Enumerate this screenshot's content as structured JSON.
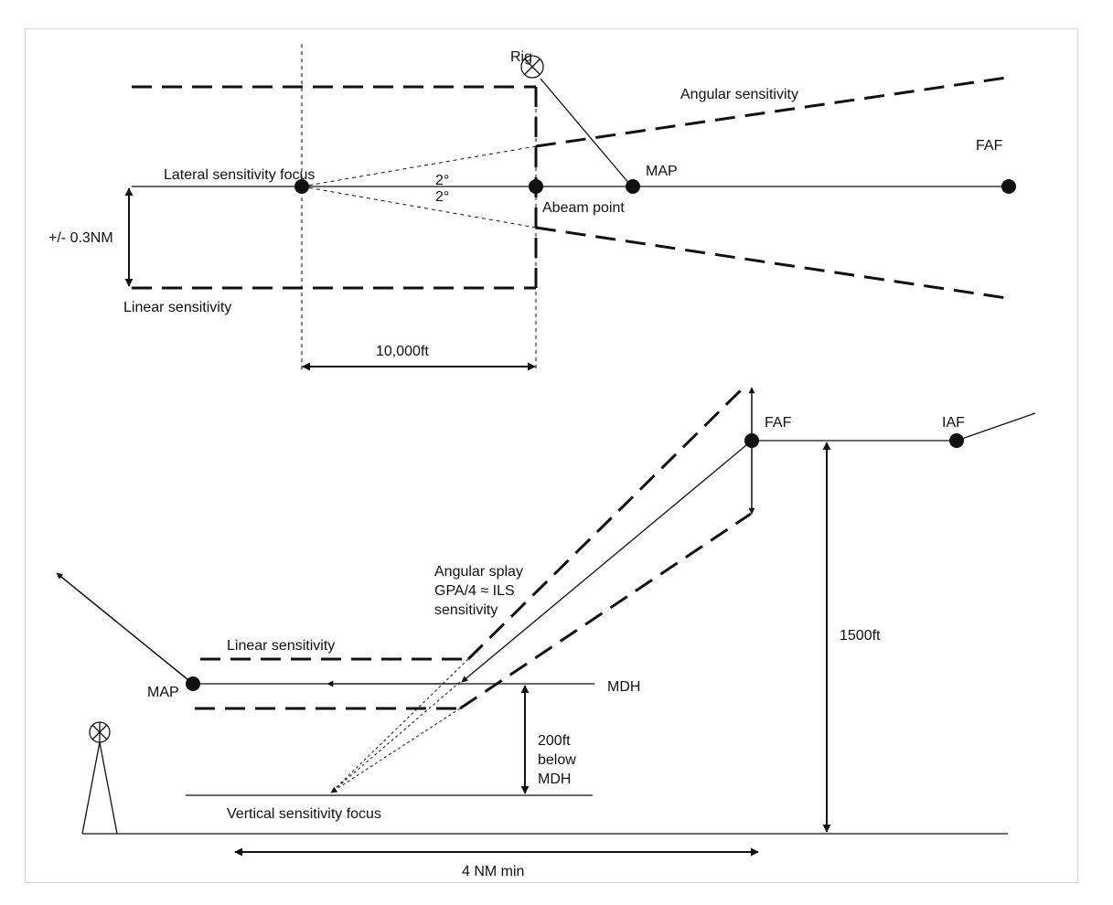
{
  "colors": {
    "line": "#111111",
    "frame": "#d4d4d4",
    "background": "#ffffff"
  },
  "plan_view": {
    "rig_label": "Rig",
    "rig_icon": "navaid-symbol-icon",
    "angular_sensitivity_label": "Angular sensitivity",
    "faf_label": "FAF",
    "lateral_focus_label": "Lateral sensitivity focus",
    "map_label": "MAP",
    "angle_upper_label": "2°",
    "angle_lower_label": "2°",
    "abeam_point_label": "Abeam point",
    "half_width_label": "+/- 0.3NM",
    "linear_sensitivity_label": "Linear sensitivity",
    "focus_distance_label": "10,000ft"
  },
  "profile_view": {
    "faf_label": "FAF",
    "iaf_label": "IAF",
    "angular_splay_lines": [
      "Angular splay",
      "GPA/4 ≈ ILS",
      "sensitivity"
    ],
    "height_label": "1500ft",
    "linear_sensitivity_label": "Linear sensitivity",
    "map_label": "MAP",
    "mdh_label": "MDH",
    "below_mdh_lines": [
      "200ft",
      "below",
      "MDH"
    ],
    "vertical_focus_label": "Vertical sensitivity focus",
    "distance_label": "4 NM min",
    "tower_icon": "navaid-tower-icon"
  }
}
